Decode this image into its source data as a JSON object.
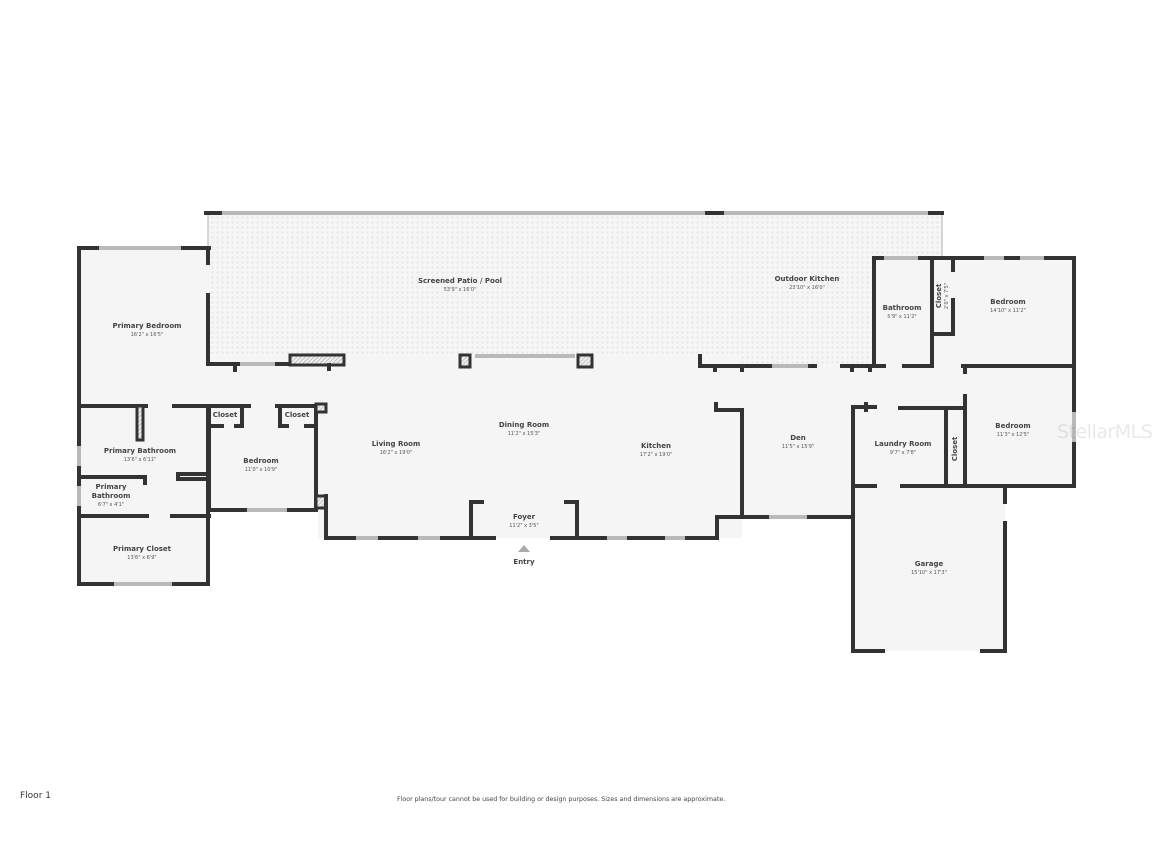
{
  "floor_label": "Floor 1",
  "disclaimer": "Floor plans/tour cannot be used for building or design purposes. Sizes and dimensions are approximate.",
  "watermark": "StellarMLS",
  "entry": {
    "label": "Entry"
  },
  "rooms": {
    "screened_patio": {
      "name": "Screened Patio / Pool",
      "dims": "53'9\" x 16'0\""
    },
    "outdoor_kitchen": {
      "name": "Outdoor Kitchen",
      "dims": "23'10\" x 16'0\""
    },
    "primary_bedroom": {
      "name": "Primary Bedroom",
      "dims": "16'2\" x 16'5\""
    },
    "primary_bathroom": {
      "name": "Primary Bathroom",
      "dims": "13'6\" x 6'11\""
    },
    "primary_bathroom_2": {
      "name_line1": "Primary",
      "name_line2": "Bathroom",
      "dims": "6'7\" x 4'1\""
    },
    "primary_closet": {
      "name": "Primary Closet",
      "dims": "13'6\" x 6'9\""
    },
    "closet_a": {
      "name": "Closet"
    },
    "closet_b": {
      "name": "Closet"
    },
    "bedroom_1": {
      "name": "Bedroom",
      "dims": "11'0\" x 10'9\""
    },
    "living_room": {
      "name": "Living Room",
      "dims": "16'2\" x 19'0\""
    },
    "dining_room": {
      "name": "Dining Room",
      "dims": "11'2\" x 15'3\""
    },
    "kitchen": {
      "name": "Kitchen",
      "dims": "17'2\" x 19'0\""
    },
    "foyer": {
      "name": "Foyer",
      "dims": "11'2\" x 3'5\""
    },
    "den": {
      "name": "Den",
      "dims": "11'5\" x 15'9\""
    },
    "bathroom": {
      "name": "Bathroom",
      "dims": "5'9\" x 11'2\""
    },
    "closet_c": {
      "name": "Closet",
      "dims": "2'0\" x 7'5\""
    },
    "bedroom_2": {
      "name": "Bedroom",
      "dims": "14'10\" x 11'2\""
    },
    "laundry_room": {
      "name": "Laundry Room",
      "dims": "9'7\" x 7'8\""
    },
    "closet_d": {
      "name": "Closet"
    },
    "bedroom_3": {
      "name": "Bedroom",
      "dims": "11'3\" x 12'5\""
    },
    "garage": {
      "name": "Garage",
      "dims": "15'10\" x 17'3\""
    }
  },
  "colors": {
    "wall": "#333333",
    "floor": "#f5f5f5",
    "window": "#b9b9b9",
    "background": "#ffffff"
  }
}
